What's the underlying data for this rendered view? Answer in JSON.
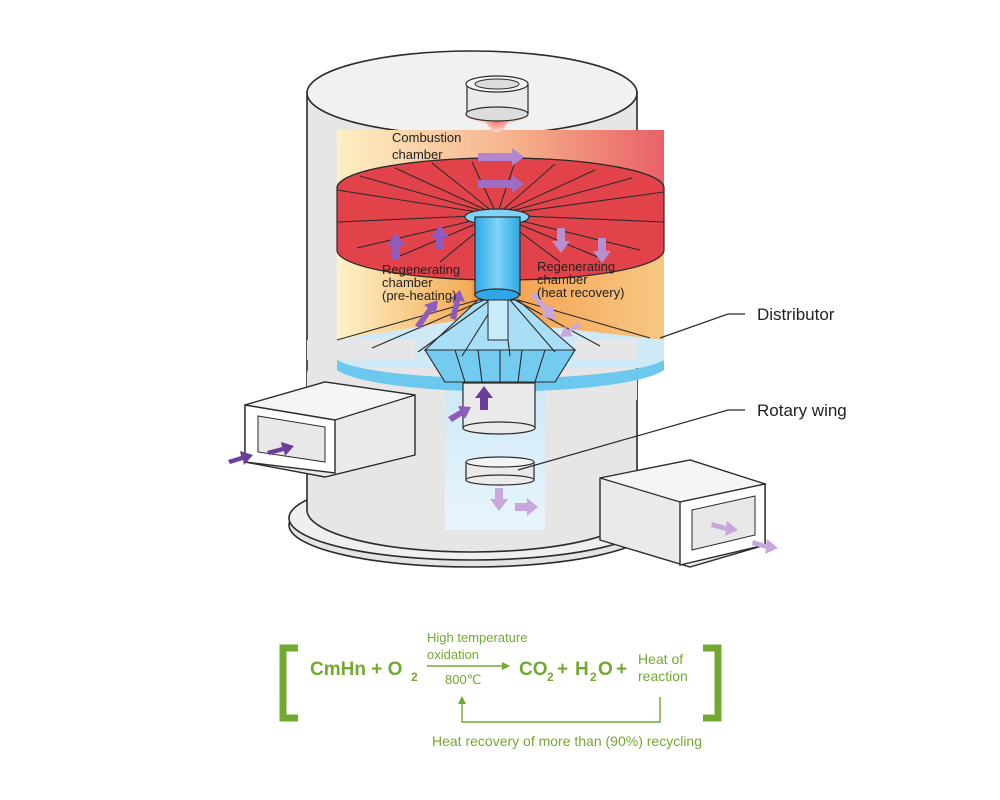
{
  "labels": {
    "combustion_1": "Combustion",
    "combustion_2": "chamber",
    "regen_left_1": "Regenerating",
    "regen_left_2": "chamber",
    "regen_left_3": "(pre-heating)",
    "regen_right_1": "Regenerating",
    "regen_right_2": "chamber",
    "regen_right_3": "(heat recovery)",
    "distributor": "Distributor",
    "rotary_wing": "Rotary wing"
  },
  "equation": {
    "reactant_main": "CmHn + O",
    "reactant_sub": "2",
    "arrow_top_1": "High temperature",
    "arrow_top_2": "oxidation",
    "arrow_bottom": "800℃",
    "product_co": "CO",
    "product_co_sub": "2",
    "plus_1": "+",
    "product_h": "H",
    "product_h_sub": "2",
    "product_o": "O",
    "plus_2": "+",
    "heat_1": "Heat of",
    "heat_2": "reaction",
    "recycle_note": "Heat recovery of more than (90%) recycling"
  },
  "colors": {
    "gray_body": "#e4e4e4",
    "gray_dark": "#cfcfcf",
    "outline": "#2b2b2b",
    "hot_red": "#e2434a",
    "warm_orange": "#f2a04b",
    "pale_yellow": "#fbe7b0",
    "light_blue": "#cfe9f7",
    "mid_blue": "#6cc8ef",
    "purple_dark": "#6c3e9c",
    "purple_light": "#c9a6dc",
    "green_text": "#72a92f"
  }
}
